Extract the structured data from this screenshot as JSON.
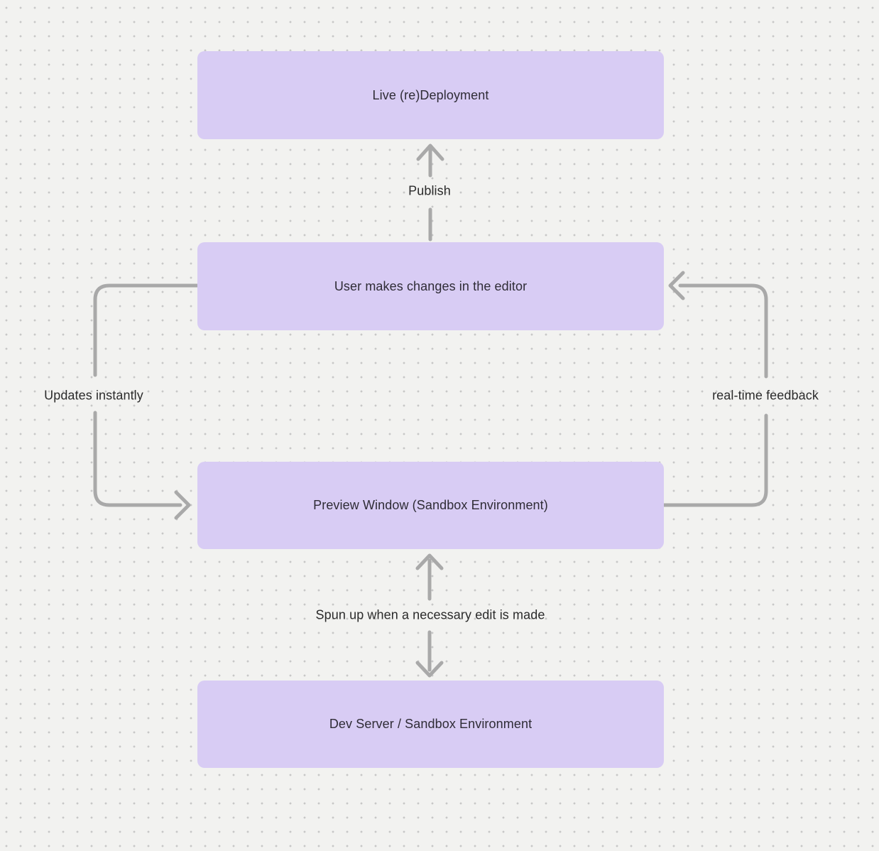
{
  "diagram": {
    "nodes": {
      "live_deployment": {
        "label": "Live (re)Deployment"
      },
      "user_changes": {
        "label": "User makes changes in the editor"
      },
      "preview_window": {
        "label": "Preview Window (Sandbox Environment)"
      },
      "dev_server": {
        "label": "Dev Server / Sandbox Environment"
      }
    },
    "edges": {
      "publish": {
        "label": "Publish",
        "from": "user_changes",
        "to": "live_deployment",
        "direction": "up"
      },
      "updates_instantly": {
        "label": "Updates instantly",
        "from": "user_changes",
        "to": "preview_window",
        "direction": "left-curve-down"
      },
      "realtime_feedback": {
        "label": "real-time feedback",
        "from": "preview_window",
        "to": "user_changes",
        "direction": "right-curve-up"
      },
      "spun_up": {
        "label": "Spun up when a necessary edit is made",
        "from": "preview_window",
        "to": "dev_server",
        "direction": "both"
      }
    },
    "colors": {
      "background": "#f2f2f0",
      "dot": "#c7c7c7",
      "node_fill": "#d8ccf4",
      "node_text": "#2f2c36",
      "edge_stroke": "#a9a9a9",
      "label_text": "#2b2b2b"
    }
  }
}
